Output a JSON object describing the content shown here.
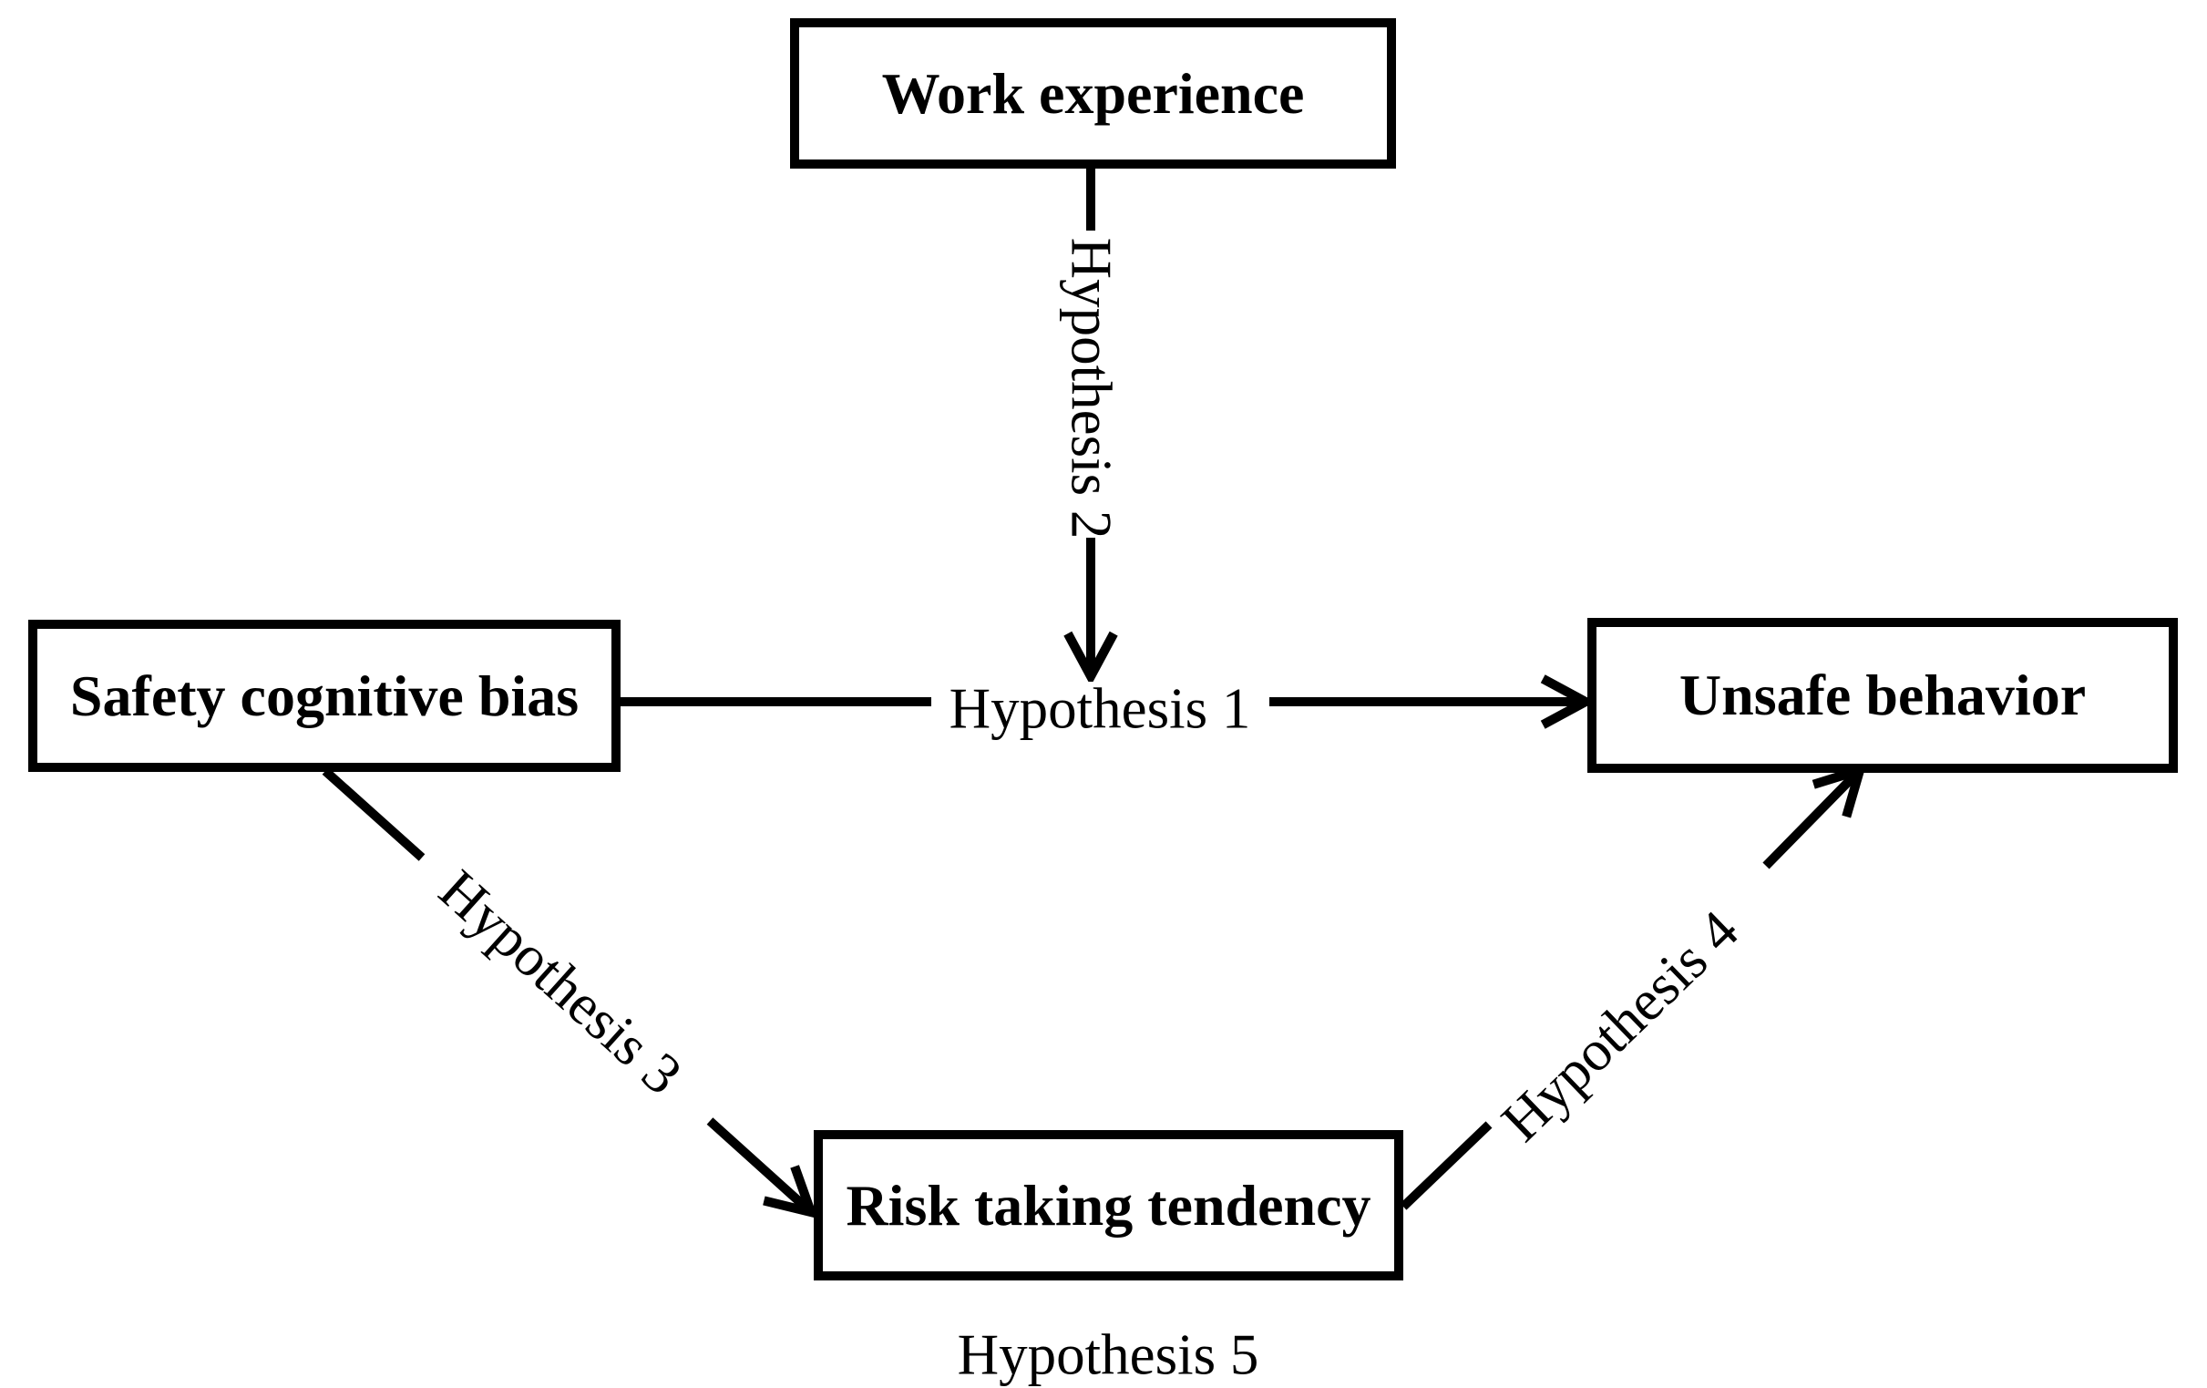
{
  "figure": {
    "background_color": "#ffffff",
    "ink_color": "#000000",
    "nodes": [
      {
        "id": "work-experience",
        "label": "Work experience"
      },
      {
        "id": "safety-cognitive-bias",
        "label": "Safety cognitive bias"
      },
      {
        "id": "unsafe-behavior",
        "label": "Unsafe behavior"
      },
      {
        "id": "risk-taking-tendency",
        "label": "Risk taking tendency"
      }
    ],
    "hypotheses": {
      "h1": "Hypothesis 1",
      "h2": "Hypothesis 2",
      "h3": "Hypothesis 3",
      "h4": "Hypothesis 4",
      "h5": "Hypothesis 5"
    },
    "edges": [
      {
        "from": "Safety cognitive bias",
        "to": "Unsafe behavior",
        "label": "Hypothesis 1"
      },
      {
        "from": "Work experience",
        "to": "Hypothesis 1 arrow",
        "label": "Hypothesis 2"
      },
      {
        "from": "Safety cognitive bias",
        "to": "Risk taking tendency",
        "label": "Hypothesis 3"
      },
      {
        "from": "Risk taking tendency",
        "to": "Unsafe behavior",
        "label": "Hypothesis 4"
      },
      {
        "node": "Risk taking tendency",
        "label": "Hypothesis 5"
      }
    ]
  }
}
